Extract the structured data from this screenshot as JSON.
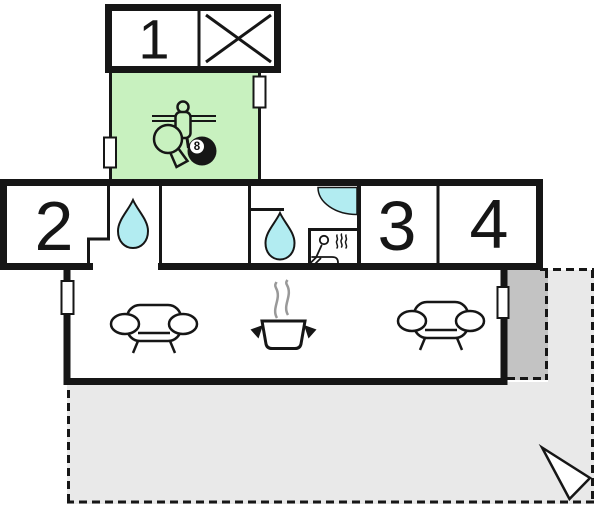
{
  "floor_plan": {
    "rooms": {
      "room1": {
        "label": "1"
      },
      "room2": {
        "label": "2"
      },
      "room3": {
        "label": "3"
      },
      "room4": {
        "label": "4"
      }
    },
    "games_room": {
      "billiard_ball_number": "8"
    },
    "icons": [
      "cross-marker-icon",
      "foosball-player-icon",
      "table-tennis-paddle-icon",
      "billiard-8-ball-icon",
      "water-drop-icon",
      "shower-quarter-icon",
      "sauna-person-icon",
      "sofa-icon",
      "cooking-pot-icon",
      "steam-icon",
      "north-arrow-icon"
    ],
    "colors": {
      "wall": "#161616",
      "games_room_fill": "#c8f1bf",
      "water_fill": "#b2ecf1",
      "terrace_fill": "#e9e9e9",
      "covered_terrace_fill": "#c3c3c3",
      "steam_gray": "#999999",
      "room_fill": "#ffffff"
    }
  }
}
